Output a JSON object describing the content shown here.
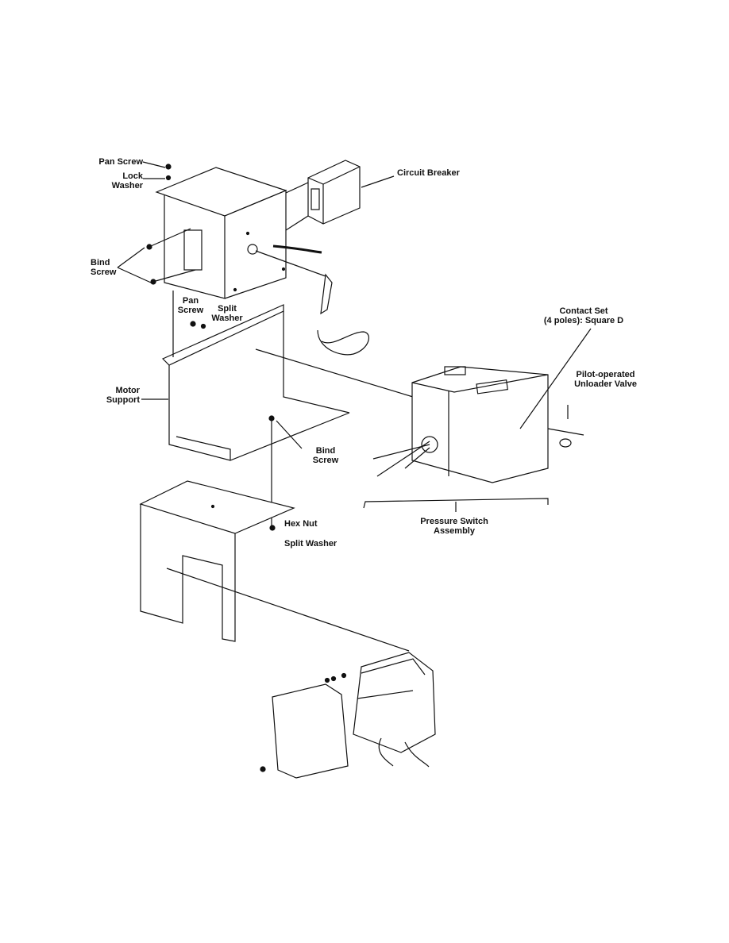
{
  "labels": {
    "pan_screw_top": "Pan Screw",
    "lock_washer": [
      "Lock",
      "Washer"
    ],
    "circuit_breaker": "Circuit Breaker",
    "bind_screw_left": [
      "Bind",
      "Screw"
    ],
    "pan_screw_mid": [
      "Pan",
      "Screw"
    ],
    "split_washer_mid": [
      "Split",
      "Washer"
    ],
    "contact_set": [
      "Contact Set",
      "(4 poles): Square D"
    ],
    "unloader_valve": [
      "Pilot-operated",
      "Unloader Valve"
    ],
    "motor_support": [
      "Motor",
      "Support"
    ],
    "bind_screw_mid": [
      "Bind",
      "Screw"
    ],
    "hex_nut": "Hex Nut",
    "split_washer_low": "Split Washer",
    "pressure_switch": [
      "Pressure Switch",
      "Assembly"
    ]
  }
}
